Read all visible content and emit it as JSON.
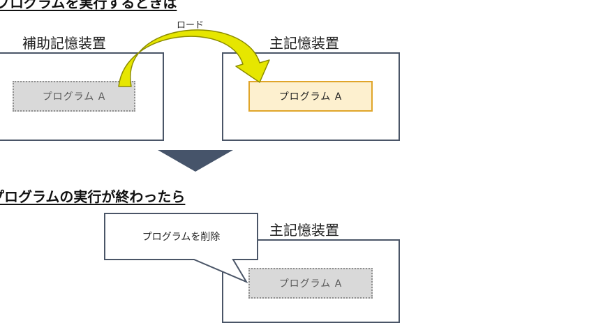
{
  "section_top": {
    "heading": "プログラムを実行するときは"
  },
  "arrow_label": "ロード",
  "secondary_storage": {
    "title": "補助記憶装置",
    "program": "プログラム A"
  },
  "main_memory_top": {
    "title": "主記憶装置",
    "program": "プログラム A"
  },
  "section_bottom": {
    "heading": "プログラムの実行が終わったら"
  },
  "callout": {
    "text": "プログラムを削除"
  },
  "main_memory_bottom": {
    "title": "主記憶装置",
    "program": "プログラム A"
  },
  "colors": {
    "frame": "#4a5567",
    "arrow_yellow": "#e6e600",
    "arrow_outline": "#8c8c00",
    "highlight_fill": "#fdf0cf",
    "highlight_border": "#e0a52a",
    "dimmed_fill": "#d9d9d9",
    "down_arrow": "#46546a"
  }
}
